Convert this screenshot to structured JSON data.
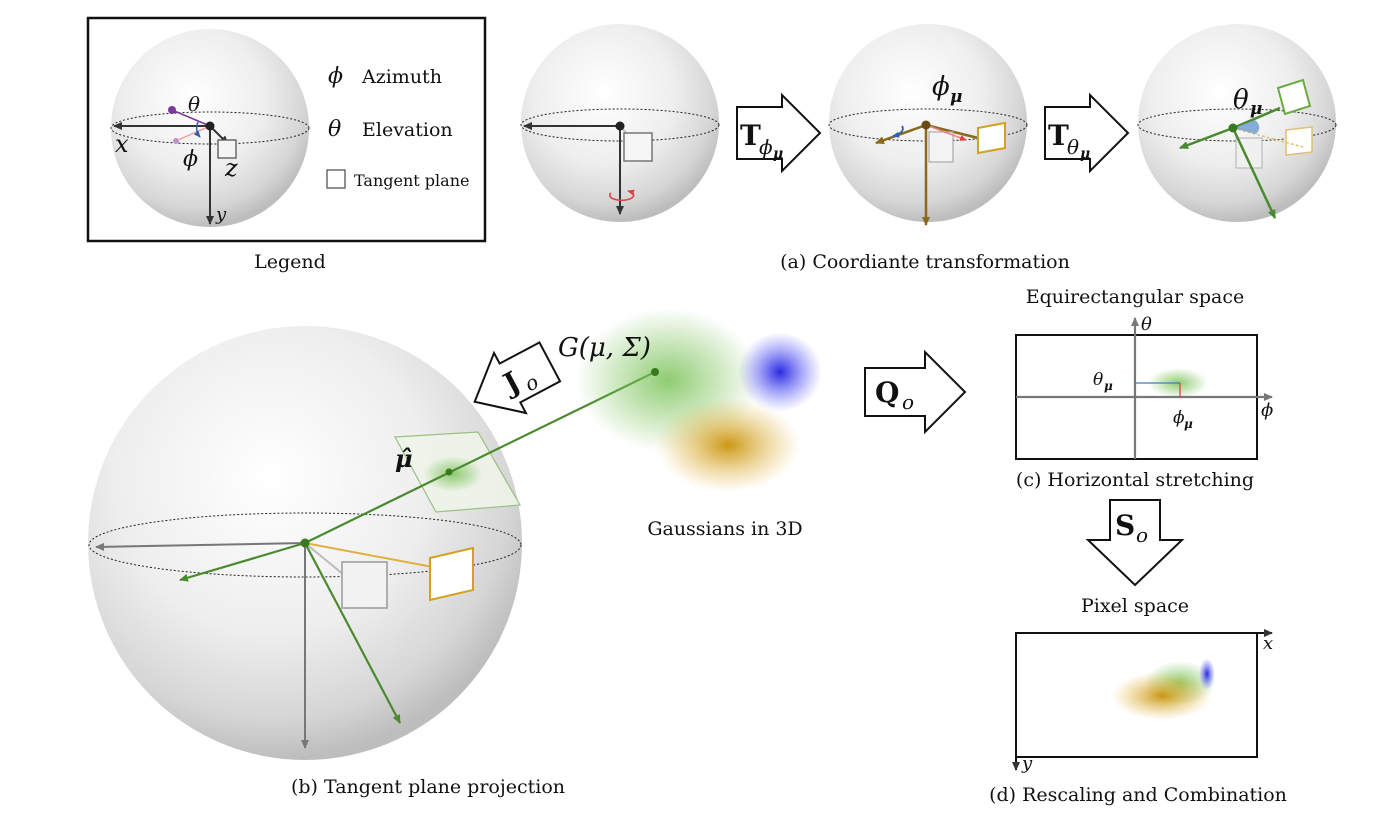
{
  "legend": {
    "caption": "Legend",
    "items": [
      {
        "symbol": "ϕ",
        "text": "Azimuth"
      },
      {
        "symbol": "θ",
        "text": "Elevation"
      },
      {
        "symbol": "",
        "text": "Tangent plane"
      }
    ],
    "axis_x": "x",
    "axis_y": "y",
    "axis_z": "z",
    "angle_theta": "θ",
    "angle_phi": "ϕ"
  },
  "panel_a": {
    "caption": "(a) Coordiante transformation",
    "arrow1_main": "T",
    "arrow1_sub": "ϕ",
    "arrow1_subsub": "μ",
    "arrow2_main": "T",
    "arrow2_sub": "θ",
    "arrow2_subsub": "μ",
    "label_phi_mu_main": "ϕ",
    "label_phi_mu_sub": "μ",
    "label_theta_mu_main": "θ",
    "label_theta_mu_sub": "μ"
  },
  "panel_b": {
    "caption": "(b) Tangent plane projection",
    "arrow_main": "J",
    "arrow_sub": "o",
    "gaussian_label": "G(μ, Σ)",
    "mu_hat": "μ̂",
    "gaussians_caption": "Gaussians in 3D"
  },
  "panel_c": {
    "title": "Equirectangular space",
    "caption": "(c) Horizontal stretching",
    "arrow_main": "Q",
    "arrow_sub": "o",
    "axis_theta": "θ",
    "axis_phi": "ϕ",
    "theta_mu_main": "θ",
    "theta_mu_sub": "μ",
    "phi_mu_main": "ϕ",
    "phi_mu_sub": "μ"
  },
  "panel_d": {
    "title": "Pixel space",
    "caption": "(d) Rescaling and Combination",
    "arrow_main": "S",
    "arrow_sub": "o",
    "axis_x": "x",
    "axis_y": "y"
  },
  "colors": {
    "green": "#4a8a2e",
    "brown": "#8a6a1a",
    "gold": "#d4a020",
    "blue": "#2f5fb0",
    "red": "#e04040",
    "purple": "#7a3a9a"
  }
}
